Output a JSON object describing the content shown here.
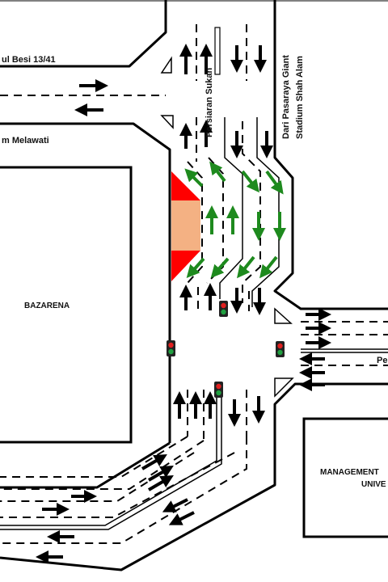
{
  "labels": {
    "road_top_left": "ul Besi 13/41",
    "road_left_middle": "m Melawati",
    "road_top_vertical": "Persiaran Sukan",
    "dari_line1": "Dari Pasaraya Giant",
    "dari_line2": "Stadium Shah Alam",
    "building_left": "BAZARENA",
    "building_right_line1": "MANAGEMENT",
    "building_right_line2": "UNIVE",
    "road_right_partial": "Pe"
  },
  "colors": {
    "road_line": "#000000",
    "arrow_black": "#000000",
    "arrow_green": "#1e8a1e",
    "island_red": "#ff0000",
    "island_peach": "#f4b183",
    "signal_box": "#222222",
    "signal_red": "#e02020",
    "signal_green": "#20a040"
  },
  "icons": {
    "traffic_signal": "traffic-light-icon",
    "lane_arrow": "lane-arrow-icon",
    "yield_triangle": "yield-triangle-icon"
  }
}
